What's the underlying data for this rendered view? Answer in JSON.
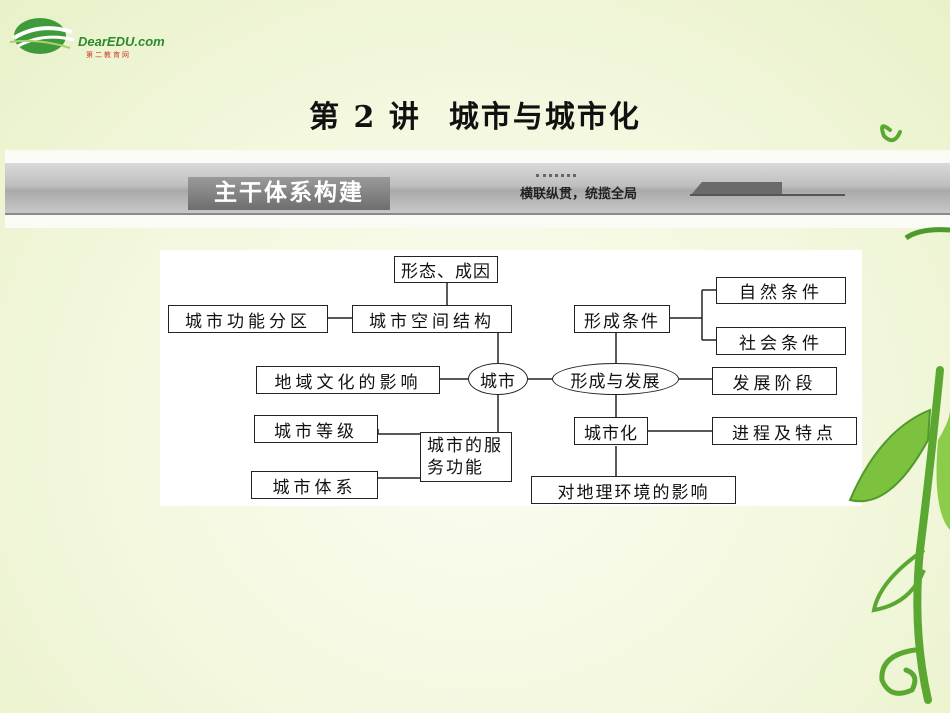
{
  "logo": {
    "brand": "DearEDU.com",
    "sub": "第二教育网"
  },
  "title": {
    "lecture": "第 2 讲",
    "topic": "城市与城市化"
  },
  "banner": {
    "label": "主干体系构建",
    "subtitle": "横联纵贯，统揽全局"
  },
  "diagram": {
    "center": "城市",
    "nodes": {
      "form_cause": "形态、成因",
      "functional_zones": "城市功能分区",
      "spatial_structure": "城市空间结构",
      "regional_culture": "地域文化的影响",
      "city_level": "城市等级",
      "service_function": "城市的服务功能",
      "city_system": "城市体系",
      "formation_conditions": "形成条件",
      "natural_conditions": "自然条件",
      "social_conditions": "社会条件",
      "formation_development": "形成与发展",
      "development_stages": "发展阶段",
      "urbanization": "城市化",
      "process_features": "进程及特点",
      "env_impact": "对地理环境的影响"
    }
  },
  "colors": {
    "background": "#f4f8e2",
    "banner_gray": "#7d7d7d",
    "vine_green": "#5aa832"
  }
}
